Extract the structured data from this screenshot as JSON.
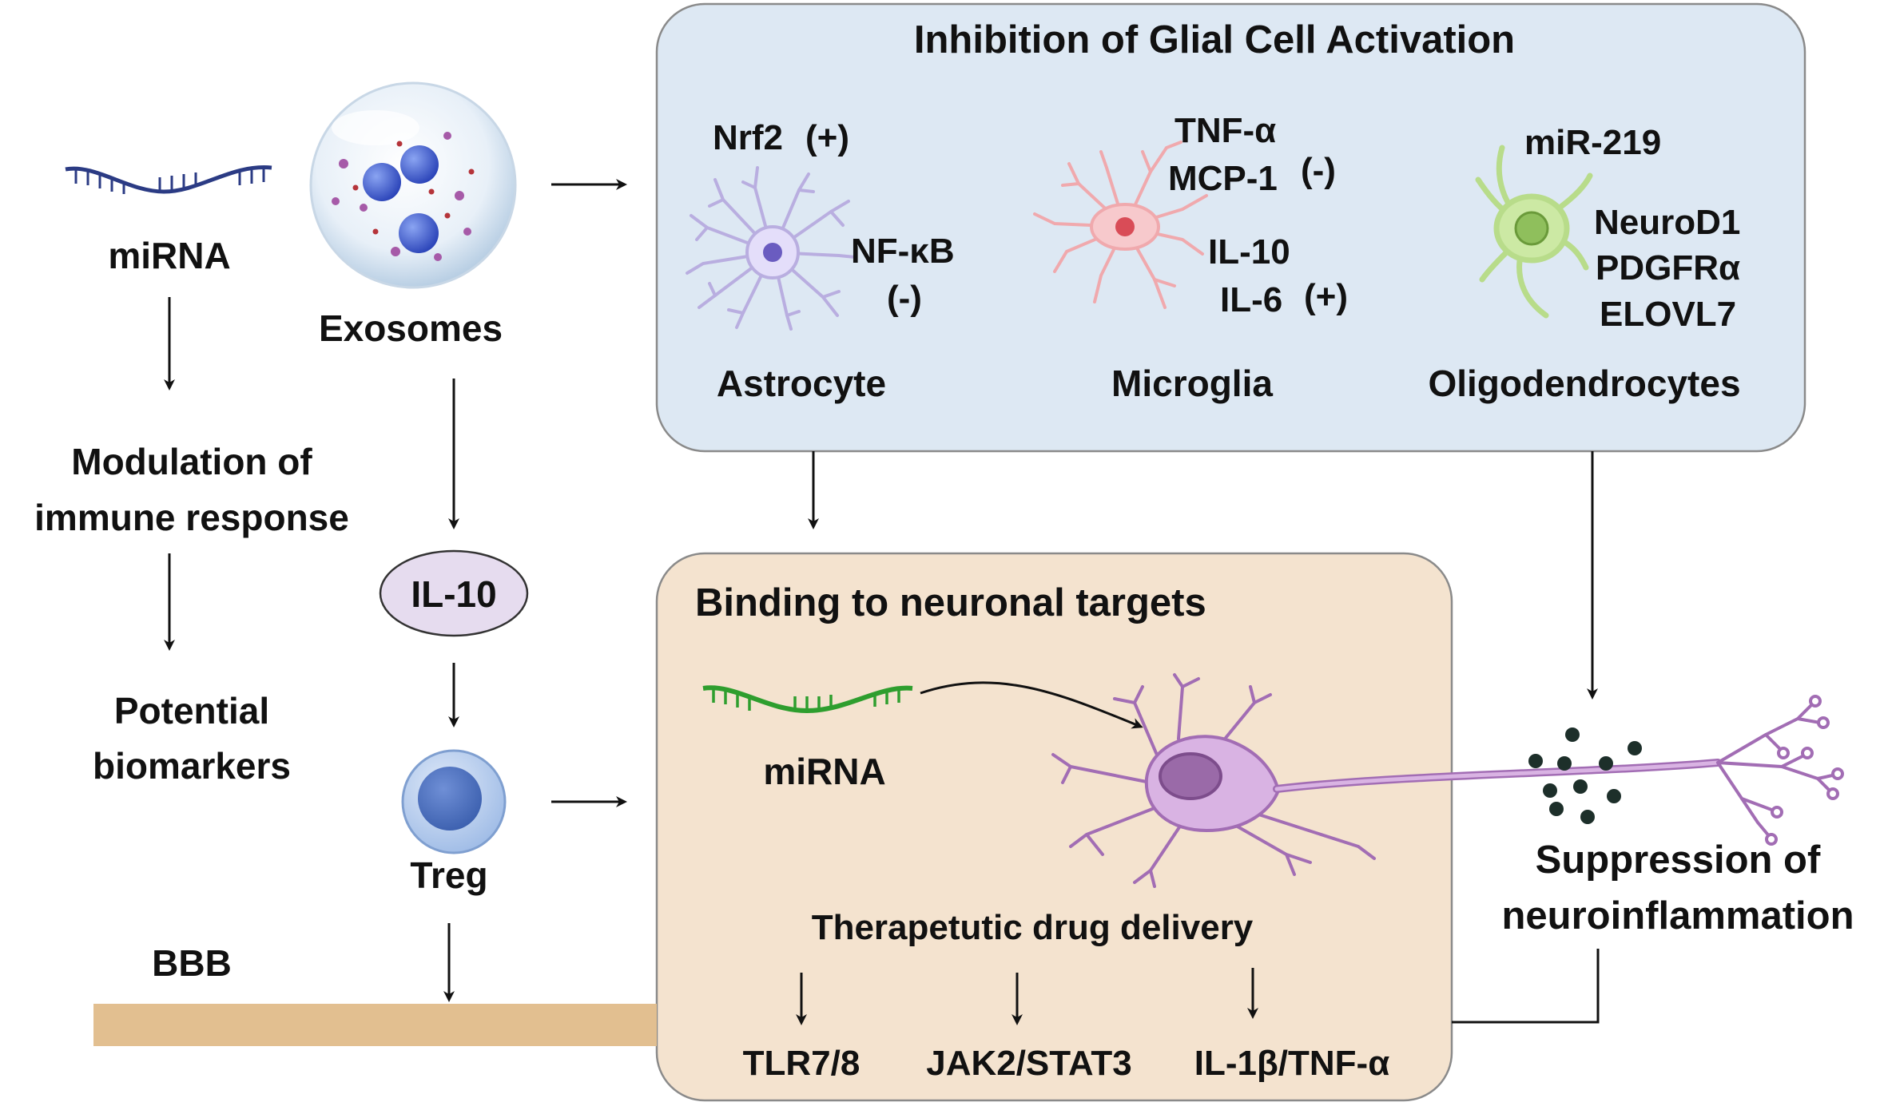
{
  "left_column": {
    "mirna_label": "miRNA",
    "modulation_line1": "Modulation of",
    "modulation_line2": "immune response",
    "biomarkers_line1": "Potential",
    "biomarkers_line2": "biomarkers"
  },
  "middle_column": {
    "exosomes_label": "Exosomes",
    "il10_label": "IL-10",
    "treg_label": "Treg",
    "bbb_label": "BBB"
  },
  "glial_panel": {
    "title": "Inhibition of Glial Cell Activation",
    "astrocyte": {
      "name": "Astrocyte",
      "nrf2": "Nrf2",
      "nrf2_sign": "(+)",
      "nfkb": "NF-κB",
      "nfkb_sign": "(-)"
    },
    "microglia": {
      "name": "Microglia",
      "tnf": "TNF-α",
      "mcp": "MCP-1",
      "mcp_sign": "(-)",
      "il10": "IL-10",
      "il6": "IL-6",
      "il6_sign": "(+)"
    },
    "oligodendrocytes": {
      "name": "Oligodendrocytes",
      "mir": "miR-219",
      "neurod": "NeuroD1",
      "pdgfr": "PDGFRα",
      "elovl": "ELOVL7"
    }
  },
  "neuronal_panel": {
    "title": "Binding to neuronal targets",
    "mirna_label": "miRNA",
    "delivery_label": "Therapetutic drug delivery",
    "targets": [
      "TLR7/8",
      "JAK2/STAT3",
      "IL-1β/TNF-α"
    ]
  },
  "suppression": {
    "line1": "Suppression of",
    "line2": "neuroinflammation"
  },
  "colors": {
    "glial_panel_fill": "#dde8f3",
    "neuronal_panel_fill": "#f4e3cf",
    "panel_stroke": "#8a8a8a",
    "bbb_bar": "#e2bf90",
    "il10_ellipse": "#e6dcef",
    "astrocyte": "#b9aee0",
    "microglia": "#f0a9ad",
    "oligodendrocyte": "#b8dc8a",
    "neuron": "#d9b3e3",
    "neuron_nucleus": "#9a6aa8",
    "mirna_blue": "#2b3b84",
    "mirna_green": "#2e9e2e",
    "treg": "#8fb0e0",
    "particles": "#1d2f2a"
  },
  "icons": [
    "mirna-strand-icon",
    "exosome-icon",
    "treg-cell-icon",
    "astrocyte-icon",
    "microglia-icon",
    "oligodendrocyte-icon",
    "neuron-icon",
    "inflammatory-particles-icon"
  ]
}
